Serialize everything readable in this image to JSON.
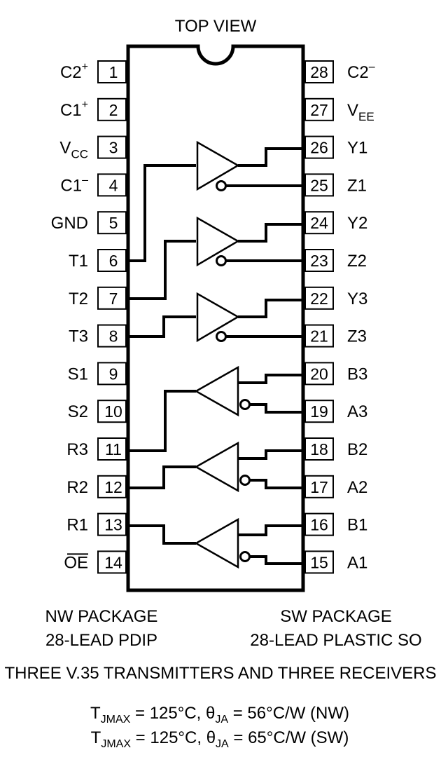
{
  "view_label": "TOP VIEW",
  "pins_left": [
    {
      "num": "1",
      "name": "C2",
      "sup": "+",
      "sub": ""
    },
    {
      "num": "2",
      "name": "C1",
      "sup": "+",
      "sub": ""
    },
    {
      "num": "3",
      "name": "V",
      "sup": "",
      "sub": "CC"
    },
    {
      "num": "4",
      "name": "C1",
      "sup": "–",
      "sub": ""
    },
    {
      "num": "5",
      "name": "GND",
      "sup": "",
      "sub": ""
    },
    {
      "num": "6",
      "name": "T1",
      "sup": "",
      "sub": ""
    },
    {
      "num": "7",
      "name": "T2",
      "sup": "",
      "sub": ""
    },
    {
      "num": "8",
      "name": "T3",
      "sup": "",
      "sub": ""
    },
    {
      "num": "9",
      "name": "S1",
      "sup": "",
      "sub": ""
    },
    {
      "num": "10",
      "name": "S2",
      "sup": "",
      "sub": ""
    },
    {
      "num": "11",
      "name": "R3",
      "sup": "",
      "sub": ""
    },
    {
      "num": "12",
      "name": "R2",
      "sup": "",
      "sub": ""
    },
    {
      "num": "13",
      "name": "R1",
      "sup": "",
      "sub": ""
    },
    {
      "num": "14",
      "name": "OE",
      "sup": "",
      "sub": "",
      "overline": true
    }
  ],
  "pins_right": [
    {
      "num": "28",
      "name": "C2",
      "sup": "–",
      "sub": ""
    },
    {
      "num": "27",
      "name": "V",
      "sup": "",
      "sub": "EE"
    },
    {
      "num": "26",
      "name": "Y1",
      "sup": "",
      "sub": ""
    },
    {
      "num": "25",
      "name": "Z1",
      "sup": "",
      "sub": ""
    },
    {
      "num": "24",
      "name": "Y2",
      "sup": "",
      "sub": ""
    },
    {
      "num": "23",
      "name": "Z2",
      "sup": "",
      "sub": ""
    },
    {
      "num": "22",
      "name": "Y3",
      "sup": "",
      "sub": ""
    },
    {
      "num": "21",
      "name": "Z3",
      "sup": "",
      "sub": ""
    },
    {
      "num": "20",
      "name": "B3",
      "sup": "",
      "sub": ""
    },
    {
      "num": "19",
      "name": "A3",
      "sup": "",
      "sub": ""
    },
    {
      "num": "18",
      "name": "B2",
      "sup": "",
      "sub": ""
    },
    {
      "num": "17",
      "name": "A2",
      "sup": "",
      "sub": ""
    },
    {
      "num": "16",
      "name": "B1",
      "sup": "",
      "sub": ""
    },
    {
      "num": "15",
      "name": "A1",
      "sup": "",
      "sub": ""
    }
  ],
  "packages": {
    "left_line1": "NW PACKAGE",
    "left_line2": "28-LEAD PDIP",
    "right_line1": "SW PACKAGE",
    "right_line2": "28-LEAD PLASTIC SO"
  },
  "caption": "THREE V.35 TRANSMITTERS AND THREE RECEIVERS",
  "thermal": [
    {
      "t_main": "T",
      "t_sub": "JMAX",
      "mid": " = 125°C, ",
      "theta": "θ",
      "theta_sub": "JA",
      "rest": " = 56°C/W (NW)"
    },
    {
      "t_main": "T",
      "t_sub": "JMAX",
      "mid": " = 125°C, ",
      "theta": "θ",
      "theta_sub": "JA",
      "rest": " = 65°C/W (SW)"
    }
  ]
}
